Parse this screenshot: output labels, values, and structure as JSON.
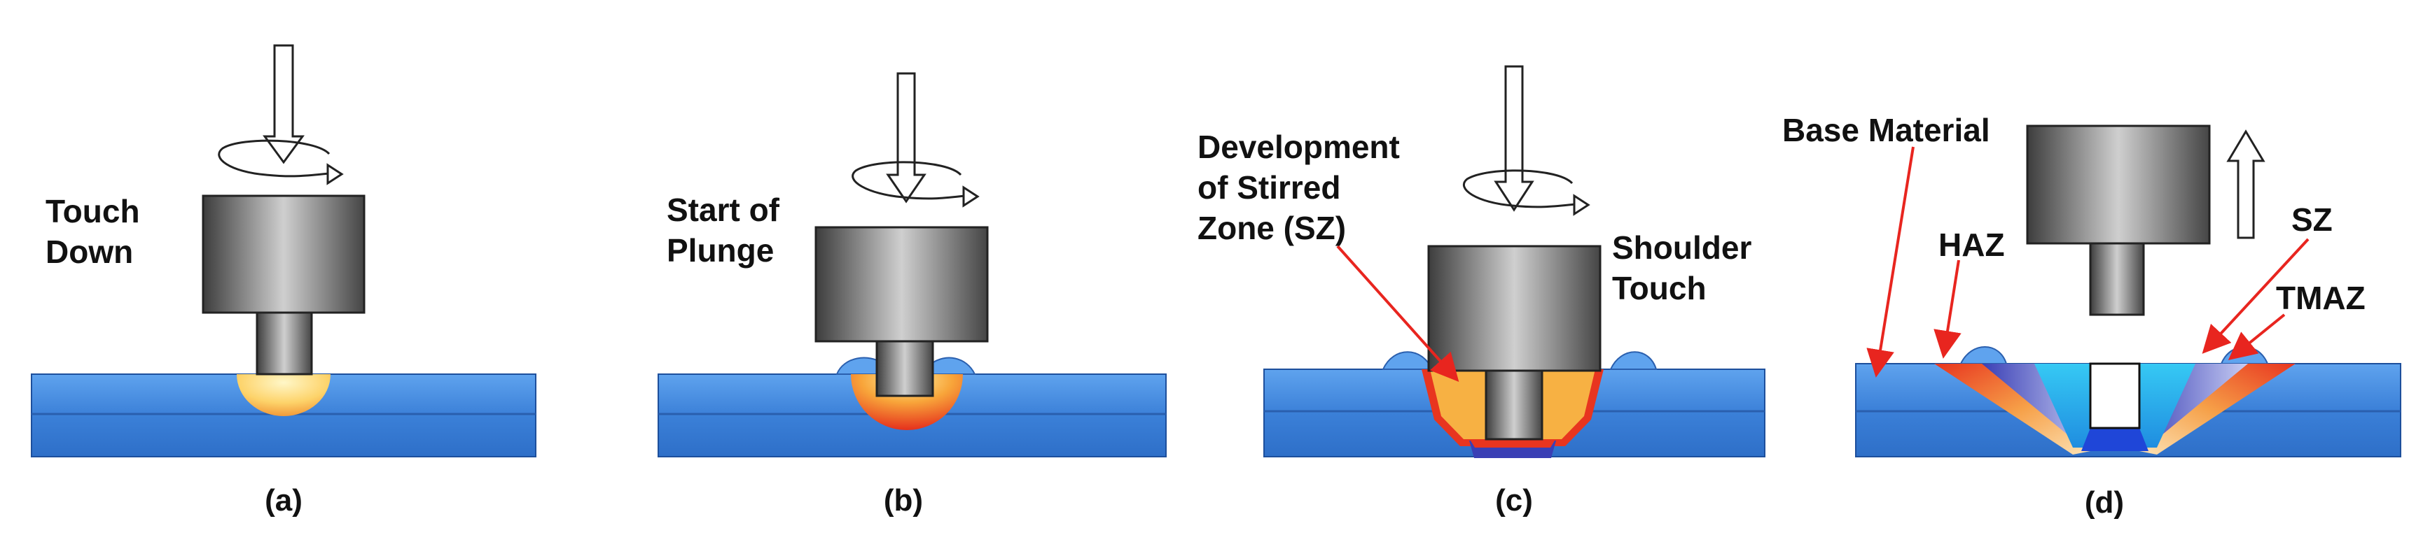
{
  "panels": [
    {
      "caption": "(a)",
      "labels": [
        "Touch",
        "Down"
      ]
    },
    {
      "caption": "(b)",
      "labels": [
        "Start of",
        "Plunge"
      ]
    },
    {
      "caption": "(c)",
      "labels": [
        "Development",
        "of Stirred",
        "Zone (SZ)",
        "Shoulder",
        "Touch"
      ]
    },
    {
      "caption": "(d)",
      "labels": [
        "Base Material",
        "HAZ",
        "SZ",
        "TMAZ"
      ]
    }
  ],
  "colors": {
    "plate": "#3a7fd6",
    "plate_light": "#5aa0ee",
    "tool_dark": "#4d4d4d",
    "tool_light": "#c8c8c8",
    "annotation_arrow": "#e8251f",
    "heat_hot": "#e8351f",
    "heat_warm": "#f5a53a",
    "heat_light": "#fde59b",
    "stir_zone": "#21b8ee",
    "tmaz": "#5b63c8"
  },
  "icons": [
    "down-arrow-icon",
    "rotation-arrow-icon",
    "up-arrow-icon"
  ]
}
